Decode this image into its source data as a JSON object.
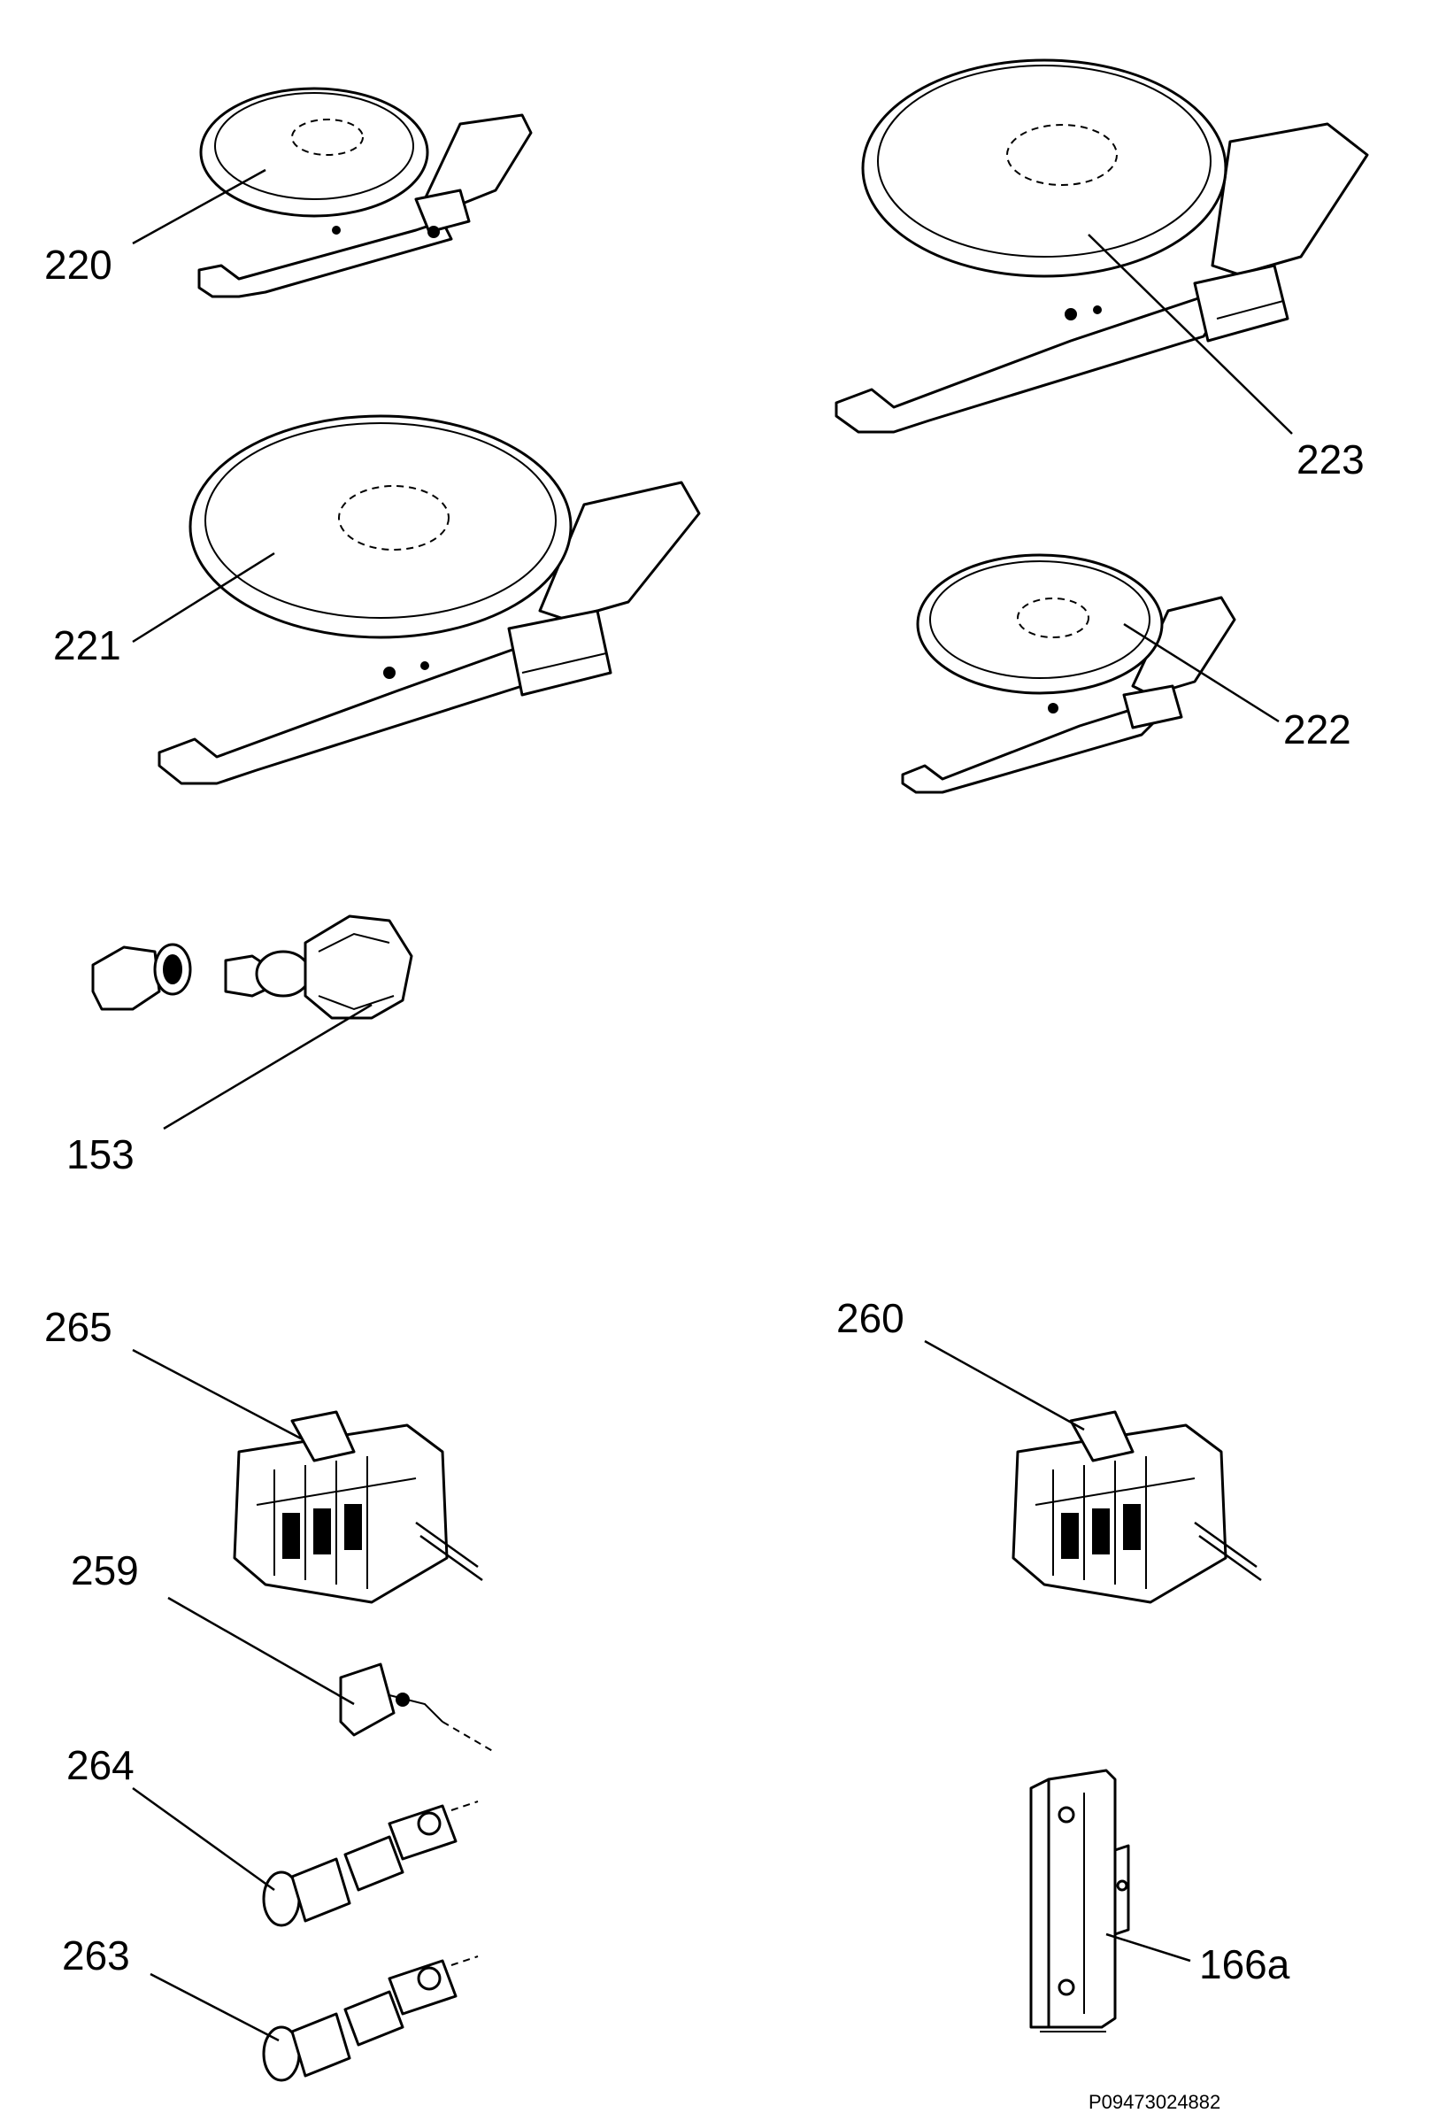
{
  "parts": [
    {
      "id": "220",
      "label": "220"
    },
    {
      "id": "223",
      "label": "223"
    },
    {
      "id": "221",
      "label": "221"
    },
    {
      "id": "222",
      "label": "222"
    },
    {
      "id": "153",
      "label": "153"
    },
    {
      "id": "265",
      "label": "265"
    },
    {
      "id": "260",
      "label": "260"
    },
    {
      "id": "259",
      "label": "259"
    },
    {
      "id": "264",
      "label": "264"
    },
    {
      "id": "263",
      "label": "263"
    },
    {
      "id": "166a",
      "label": "166a"
    }
  ],
  "drawing_code": "P09473024882"
}
